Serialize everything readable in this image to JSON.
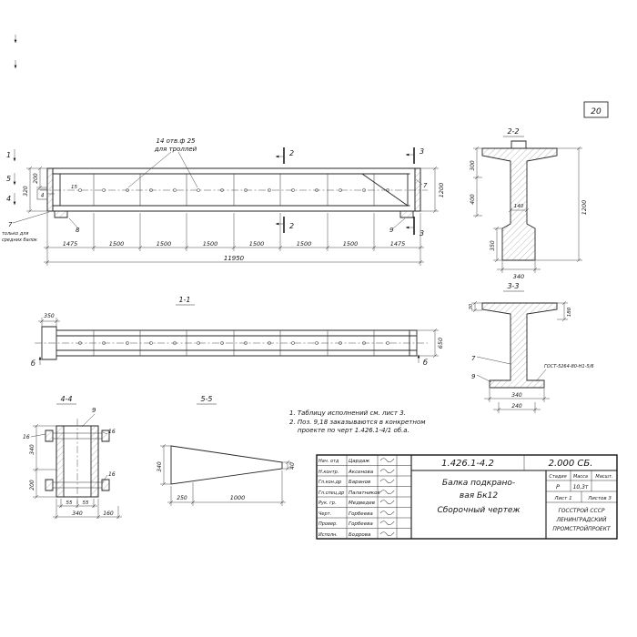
{
  "page": {
    "number": "20"
  },
  "elevation": {
    "callout1": "14 отв.ф 25",
    "callout2": "для троллей",
    "dim_320": "320",
    "dim_200": "200",
    "dim_15": "15",
    "dim_1200": "1200",
    "mark_1": "1",
    "mark_2": "2",
    "mark_3": "3",
    "mark_4": "4",
    "mark_5": "5",
    "pos_4": "4",
    "pos_7": "7",
    "pos_8": "8",
    "pos_9": "9",
    "note1": "только для",
    "note2": "средних балок",
    "chain": [
      "1475",
      "1500",
      "1500",
      "1500",
      "1500",
      "1500",
      "1500",
      "1475"
    ],
    "total": "11950"
  },
  "plan": {
    "title": "1-1",
    "dim_350": "350",
    "dim_650": "650",
    "mark_b": "б"
  },
  "sec22": {
    "title": "2-2",
    "dim_300": "300",
    "dim_400": "400",
    "dim_140": "140",
    "dim_1200": "1200",
    "dim_350": "350",
    "dim_340": "340"
  },
  "sec33": {
    "title": "3-3",
    "dim_30": "30",
    "dim_180": "180",
    "pos_7": "7",
    "pos_9": "9",
    "weld": "ГОСТ-5264-80-Н1-5/6",
    "dim_340": "340",
    "dim_240": "240"
  },
  "view44": {
    "title": "4-4",
    "pos_9": "9",
    "dim_16": "16",
    "dim_340v": "340",
    "dim_200": "200",
    "dim_55": "55",
    "dim_340": "340",
    "dim_160": "160"
  },
  "view55": {
    "title": "5-5",
    "dim_340": "340",
    "dim_40": "40",
    "dim_250": "250",
    "dim_1000": "1000"
  },
  "notes": {
    "line1": "1. Таблицу исполнений см. лист 3.",
    "line2": "2. Поз. 9,18 заказываются в конкретном",
    "line3": "проекте по черт 1.426.1-4/1 об.а."
  },
  "titleblock": {
    "doc_number": "1.426.1-4.2",
    "doc_code": "2.000 СБ.",
    "rows": [
      {
        "role": "Нач. отд",
        "name": "Цардаж"
      },
      {
        "role": "Н.контр.",
        "name": "Аксенова"
      },
      {
        "role": "Гл.кон.др",
        "name": "Баранов"
      },
      {
        "role": "Гл.спец.др",
        "name": "Палатников"
      },
      {
        "role": "Рук. гр.",
        "name": "Медведев"
      },
      {
        "role": "Черт.",
        "name": "Горбеева"
      },
      {
        "role": "Провер.",
        "name": "Горбеева"
      },
      {
        "role": "Исполн.",
        "name": "Бодрова"
      }
    ],
    "product_line1": "Балка подкрано-",
    "product_line2": "вая Бк12",
    "product_line3": "Сборочный чертеж",
    "h_stage": "Стадия",
    "h_mass": "Масса",
    "h_scale": "Масшт.",
    "stage": "Р",
    "mass": "10,3т",
    "sheet": "Лист 1",
    "sheets": "Листов 3",
    "org1": "ГОССТРОЙ СССР",
    "org2": "ЛЕНИНГРАДСКИЙ",
    "org3": "ПРОМСТРОЙПРОЕКТ"
  }
}
